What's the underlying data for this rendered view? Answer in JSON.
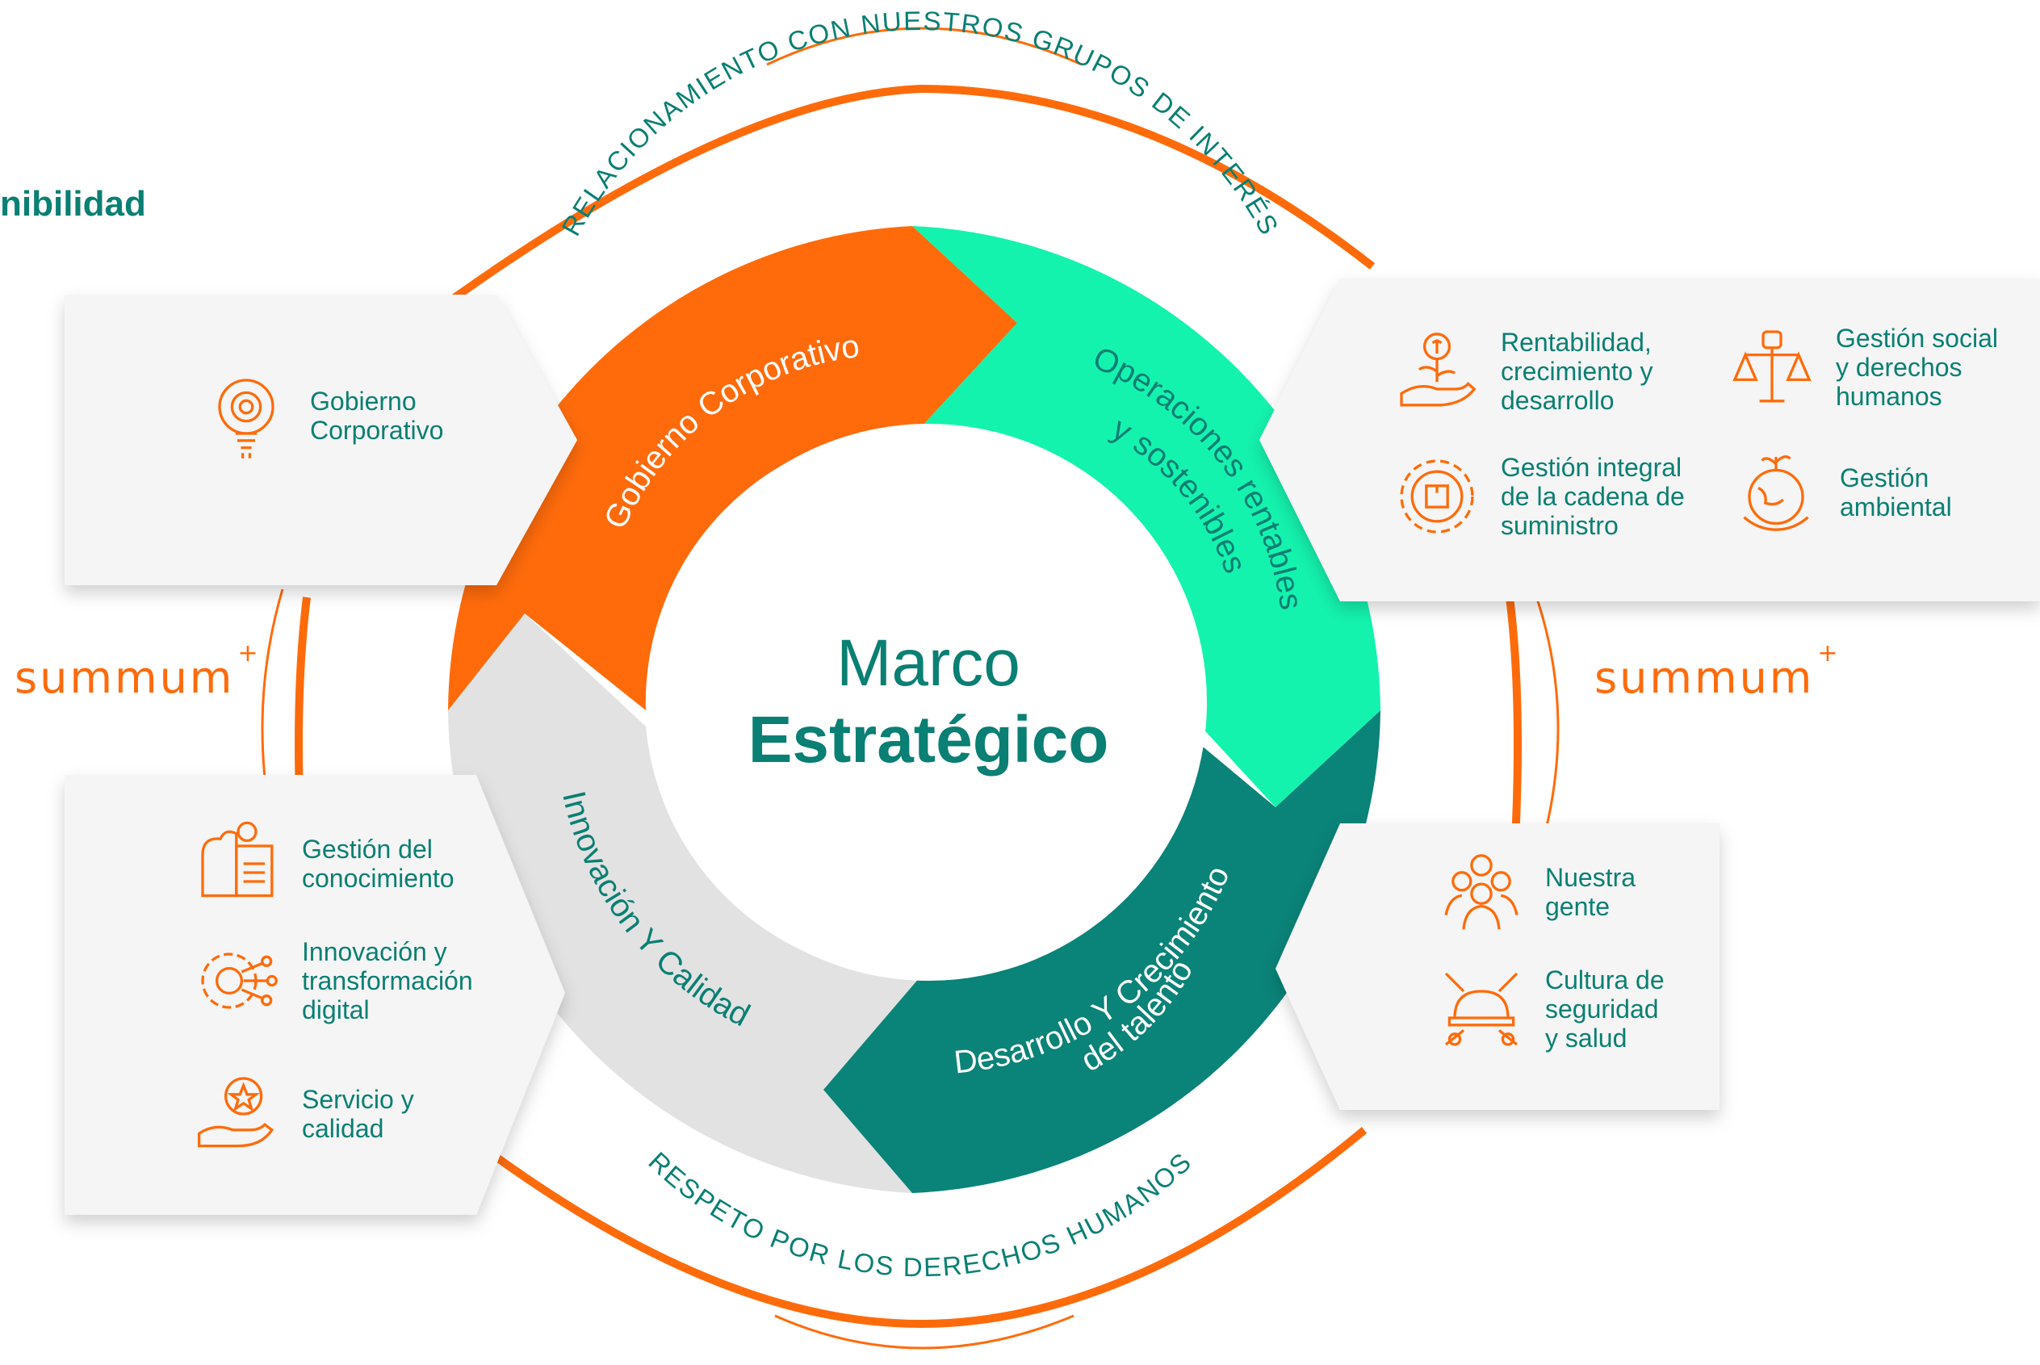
{
  "heading": "nibilidad",
  "center": {
    "line1": "Marco",
    "line2": "Estratégico"
  },
  "ring_labels": {
    "top": "RELACIONAMIENTO CON NUESTROS GRUPOS DE INTERÉS",
    "bottom": "RESPETO POR LOS DERECHOS HUMANOS"
  },
  "segments": [
    {
      "label": "Gobierno Corporativo",
      "color": "#ff6b0b"
    },
    {
      "label_line1": "Operaciones rentables",
      "label_line2": "y sostenibles",
      "color": "#14f3ae"
    },
    {
      "label_line1": "Desarrollo Y Crecimiento",
      "label_line2": "del talento",
      "color": "#0a8378"
    },
    {
      "label": "Innovación Y Calidad",
      "color": "#e2e2e2"
    }
  ],
  "brand": {
    "name": "summum",
    "mark": "+"
  },
  "panels": {
    "top_left": [
      {
        "icon": "gear-lightbulb-icon",
        "label": "Gobierno\nCorporativo"
      }
    ],
    "top_right": [
      {
        "icon": "money-plant-hand-icon",
        "label": "Rentabilidad,\ncrecimiento y\ndesarrollo"
      },
      {
        "icon": "justice-scale-fist-icon",
        "label": "Gestión social\ny derechos\nhumanos"
      },
      {
        "icon": "supply-chain-gear-icon",
        "label": "Gestión integral\nde la cadena de\nsuministro"
      },
      {
        "icon": "earth-hands-plant-icon",
        "label": "Gestión\nambiental"
      }
    ],
    "bottom_left": [
      {
        "icon": "brain-book-bulb-icon",
        "label": "Gestión del\nconocimiento"
      },
      {
        "icon": "digital-gear-icon",
        "label": "Innovación y\ntransformación\ndigital"
      },
      {
        "icon": "star-hand-icon",
        "label": "Servicio y\ncalidad"
      }
    ],
    "bottom_right": [
      {
        "icon": "team-people-icon",
        "label": "Nuestra\ngente"
      },
      {
        "icon": "safety-helmet-tools-icon",
        "label": "Cultura de\nseguridad\ny salud"
      }
    ]
  },
  "colors": {
    "teal": "#0a7f73",
    "orange": "#ff6b0b",
    "mint": "#14f3ae",
    "dark_teal": "#0a8378",
    "grey": "#e2e2e2"
  }
}
